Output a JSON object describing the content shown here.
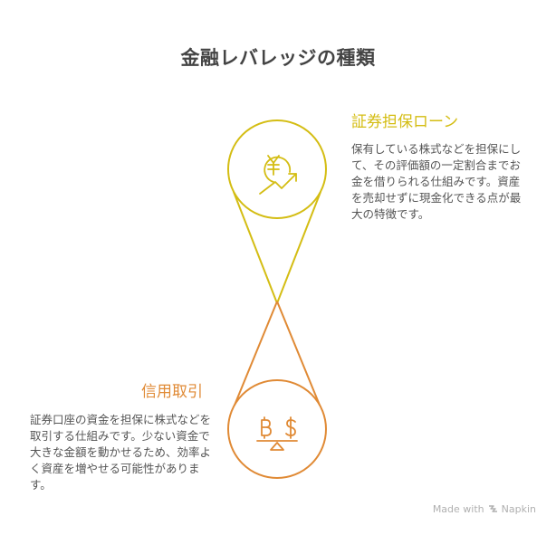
{
  "title": "金融レバレッジの種類",
  "colors": {
    "loan_accent": "#d4bd13",
    "margin_accent": "#e08a35",
    "text": "#555555",
    "title": "#444444"
  },
  "items": [
    {
      "heading": "証券担保ローン",
      "description": "保有している株式などを担保にして、その評価額の一定割合までお金を借りられる仕組みです。資産を売却せずに現金化できる点が最大の特徴です。",
      "icon": "yen-growth-icon"
    },
    {
      "heading": "信用取引",
      "description": "証券口座の資金を担保に株式などを取引する仕組みです。少ない資金で大きな金額を動かせるため、効率よく資産を増やせる可能性があります。",
      "icon": "currency-balance-icon"
    }
  ],
  "footer": {
    "label": "Made with",
    "brand": "Napkin"
  }
}
